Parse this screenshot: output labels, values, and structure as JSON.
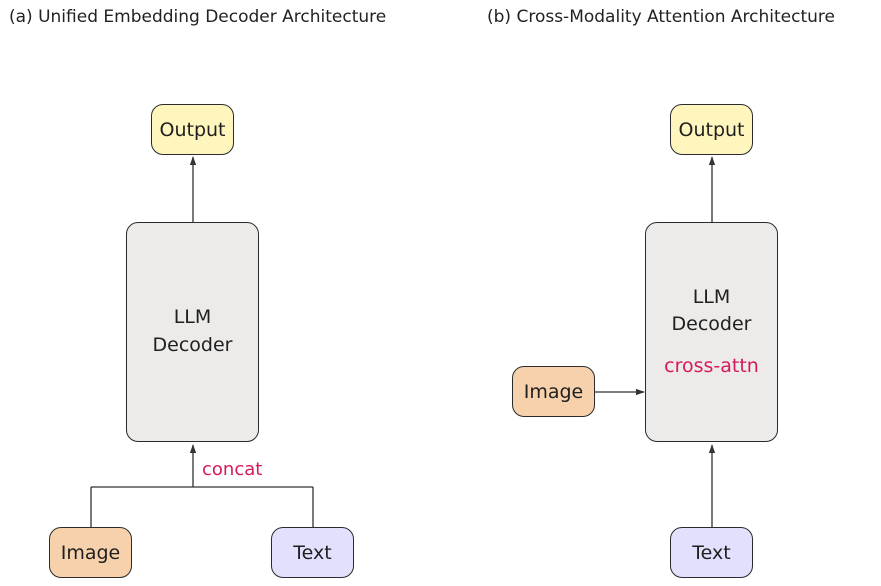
{
  "panel_a": {
    "title": "(a) Unified Embedding Decoder Architecture",
    "output": "Output",
    "decoder_line1": "LLM",
    "decoder_line2": "Decoder",
    "concat": "concat",
    "image": "Image",
    "text": "Text"
  },
  "panel_b": {
    "title": "(b) Cross-Modality Attention Architecture",
    "output": "Output",
    "decoder_line1": "LLM",
    "decoder_line2": "Decoder",
    "cross_attn": "cross-attn",
    "image": "Image",
    "text": "Text"
  },
  "colors": {
    "output_fill": "#fff6bd",
    "image_fill": "#f6d1ab",
    "text_fill": "#e2e0fd",
    "decoder_fill": "#ecebe9",
    "accent": "#d6195a"
  }
}
